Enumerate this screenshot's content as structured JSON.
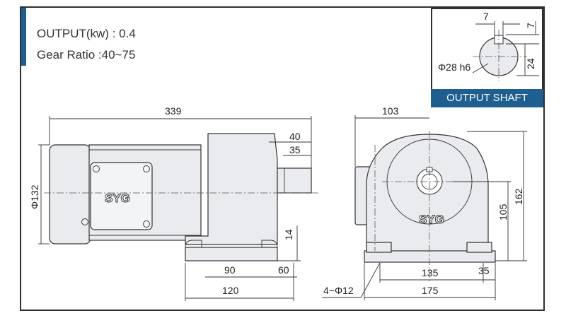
{
  "specs": {
    "output": "OUTPUT(kw) : 0.4",
    "gear_ratio": "Gear Ratio :40~75"
  },
  "output_shaft": {
    "title": "OUTPUT SHAFT",
    "key_width": "7",
    "key_depth": "7",
    "shaft_height": "24",
    "shaft_dia": "Φ28 h6"
  },
  "side_view": {
    "overall_length": "339",
    "shaft_length_40": "40",
    "shaft_length_35": "35",
    "motor_dia": "Φ132",
    "foot_thickness": "14",
    "foot_90": "90",
    "foot_60": "60",
    "foot_120": "120",
    "brand": "SYG"
  },
  "front_view": {
    "depth_103": "103",
    "height_162": "162",
    "center_105": "105",
    "width_135": "135",
    "edge_35": "35",
    "width_175": "175",
    "holes": "4−Φ12",
    "brand": "SYG"
  }
}
